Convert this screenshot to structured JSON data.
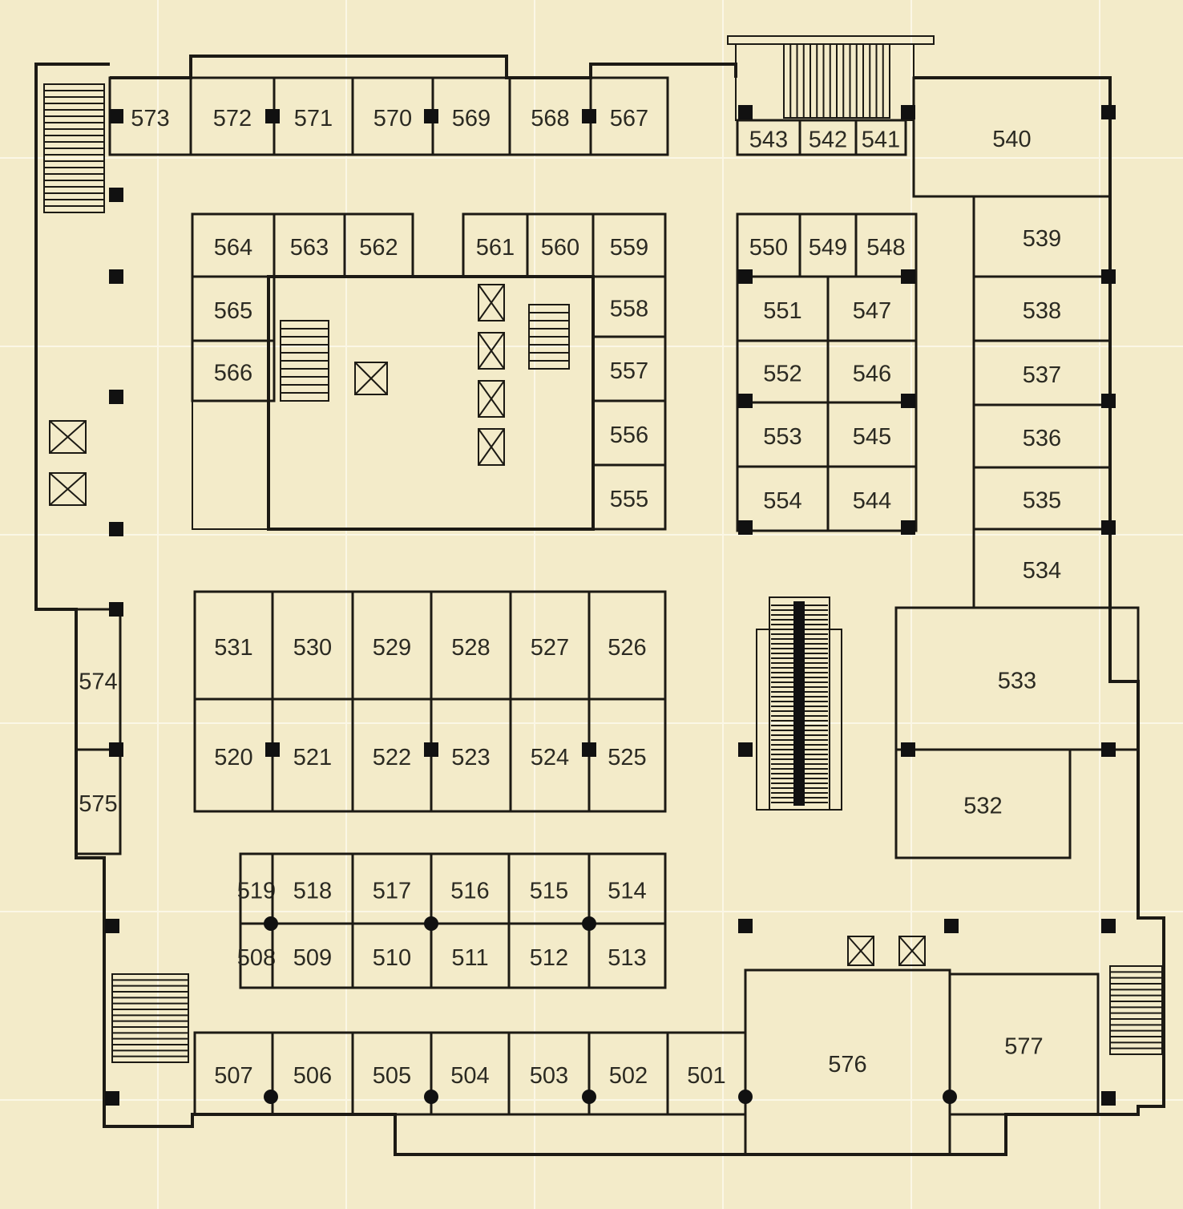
{
  "title": "Floor 5 plan",
  "colors": {
    "background": "#f3ebc9",
    "grid": "#fbf7e6",
    "wall": "#1c1a14",
    "text": "#2b2a22"
  },
  "rooms": [
    "573",
    "572",
    "571",
    "570",
    "569",
    "568",
    "567",
    "543",
    "542",
    "541",
    "540",
    "564",
    "563",
    "562",
    "561",
    "560",
    "559",
    "565",
    "566",
    "558",
    "557",
    "556",
    "555",
    "550",
    "549",
    "548",
    "551",
    "547",
    "552",
    "546",
    "553",
    "545",
    "554",
    "544",
    "539",
    "538",
    "537",
    "536",
    "535",
    "534",
    "533",
    "532",
    "531",
    "530",
    "529",
    "528",
    "527",
    "526",
    "520",
    "521",
    "522",
    "523",
    "524",
    "525",
    "519",
    "518",
    "517",
    "516",
    "515",
    "514",
    "508",
    "509",
    "510",
    "511",
    "512",
    "513",
    "507",
    "506",
    "505",
    "504",
    "503",
    "502",
    "501",
    "576",
    "577",
    "574",
    "575"
  ]
}
